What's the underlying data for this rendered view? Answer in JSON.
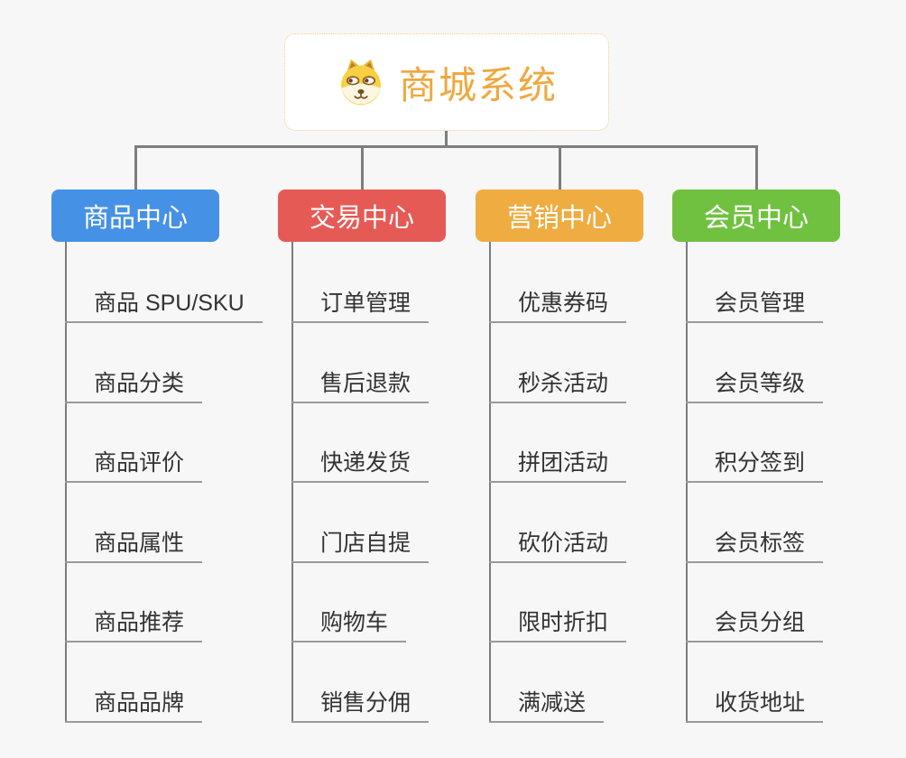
{
  "root": {
    "label": "商城系统",
    "icon": "shiba-dog-icon",
    "text_color": "#EFA83E",
    "border_color": "#F2C983",
    "background": "#FFFFFF"
  },
  "branches": [
    {
      "label": "商品中心",
      "color": "#4591E6",
      "items": [
        "商品 SPU/SKU",
        "商品分类",
        "商品评价",
        "商品属性",
        "商品推荐",
        "商品品牌"
      ]
    },
    {
      "label": "交易中心",
      "color": "#E65A56",
      "items": [
        "订单管理",
        "售后退款",
        "快递发货",
        "门店自提",
        "购物车",
        "销售分佣"
      ]
    },
    {
      "label": "营销中心",
      "color": "#EFAC41",
      "items": [
        "优惠券码",
        "秒杀活动",
        "拼团活动",
        "砍价活动",
        "限时折扣",
        "满减送"
      ]
    },
    {
      "label": "会员中心",
      "color": "#70C140",
      "items": [
        "会员管理",
        "会员等级",
        "积分签到",
        "会员标签",
        "会员分组",
        "收货地址"
      ]
    }
  ],
  "colors": {
    "background": "#F7F7F7",
    "connector": "#7D7D7D",
    "underline": "#9A9A9A",
    "item_text": "#333333",
    "branch_text": "#FFFFFF"
  }
}
